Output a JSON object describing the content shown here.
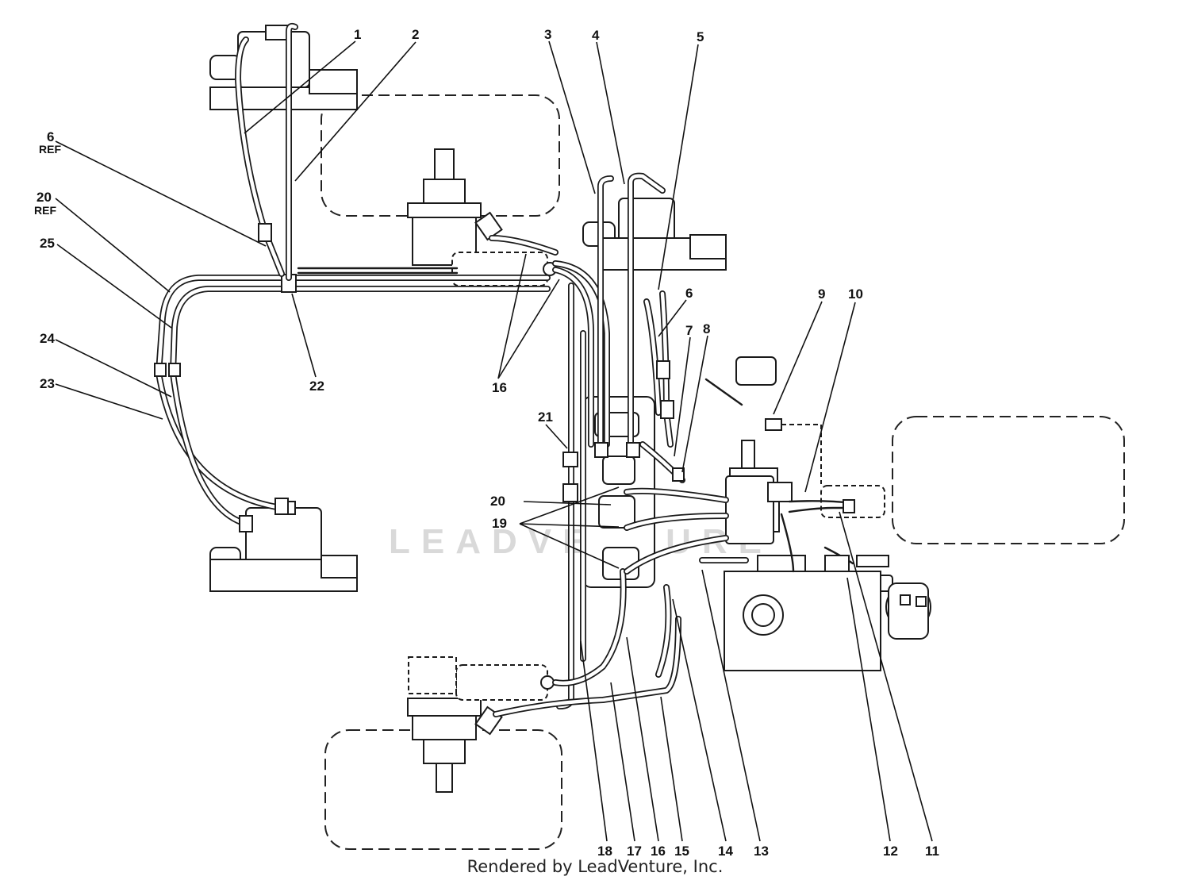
{
  "diagram": {
    "callouts": [
      {
        "id": "c1",
        "text": "1"
      },
      {
        "id": "c2",
        "text": "2"
      },
      {
        "id": "c3",
        "text": "3"
      },
      {
        "id": "c4",
        "text": "4"
      },
      {
        "id": "c5",
        "text": "5"
      },
      {
        "id": "c6ref",
        "text": "6"
      },
      {
        "id": "c6ref_sub",
        "text": "REF"
      },
      {
        "id": "c20ref",
        "text": "20"
      },
      {
        "id": "c20ref_sub",
        "text": "REF"
      },
      {
        "id": "c25",
        "text": "25"
      },
      {
        "id": "c24",
        "text": "24"
      },
      {
        "id": "c23",
        "text": "23"
      },
      {
        "id": "c22",
        "text": "22"
      },
      {
        "id": "c16a",
        "text": "16"
      },
      {
        "id": "c6",
        "text": "6"
      },
      {
        "id": "c7",
        "text": "7"
      },
      {
        "id": "c8",
        "text": "8"
      },
      {
        "id": "c9",
        "text": "9"
      },
      {
        "id": "c10",
        "text": "10"
      },
      {
        "id": "c21",
        "text": "21"
      },
      {
        "id": "c20",
        "text": "20"
      },
      {
        "id": "c19",
        "text": "19"
      },
      {
        "id": "c18",
        "text": "18"
      },
      {
        "id": "c17",
        "text": "17"
      },
      {
        "id": "c16b",
        "text": "16"
      },
      {
        "id": "c15",
        "text": "15"
      },
      {
        "id": "c14",
        "text": "14"
      },
      {
        "id": "c13",
        "text": "13"
      },
      {
        "id": "c12",
        "text": "12"
      },
      {
        "id": "c11",
        "text": "11"
      }
    ],
    "watermark": "LEADVENTURE"
  },
  "footer": {
    "credit": "Rendered by LeadVenture, Inc."
  }
}
